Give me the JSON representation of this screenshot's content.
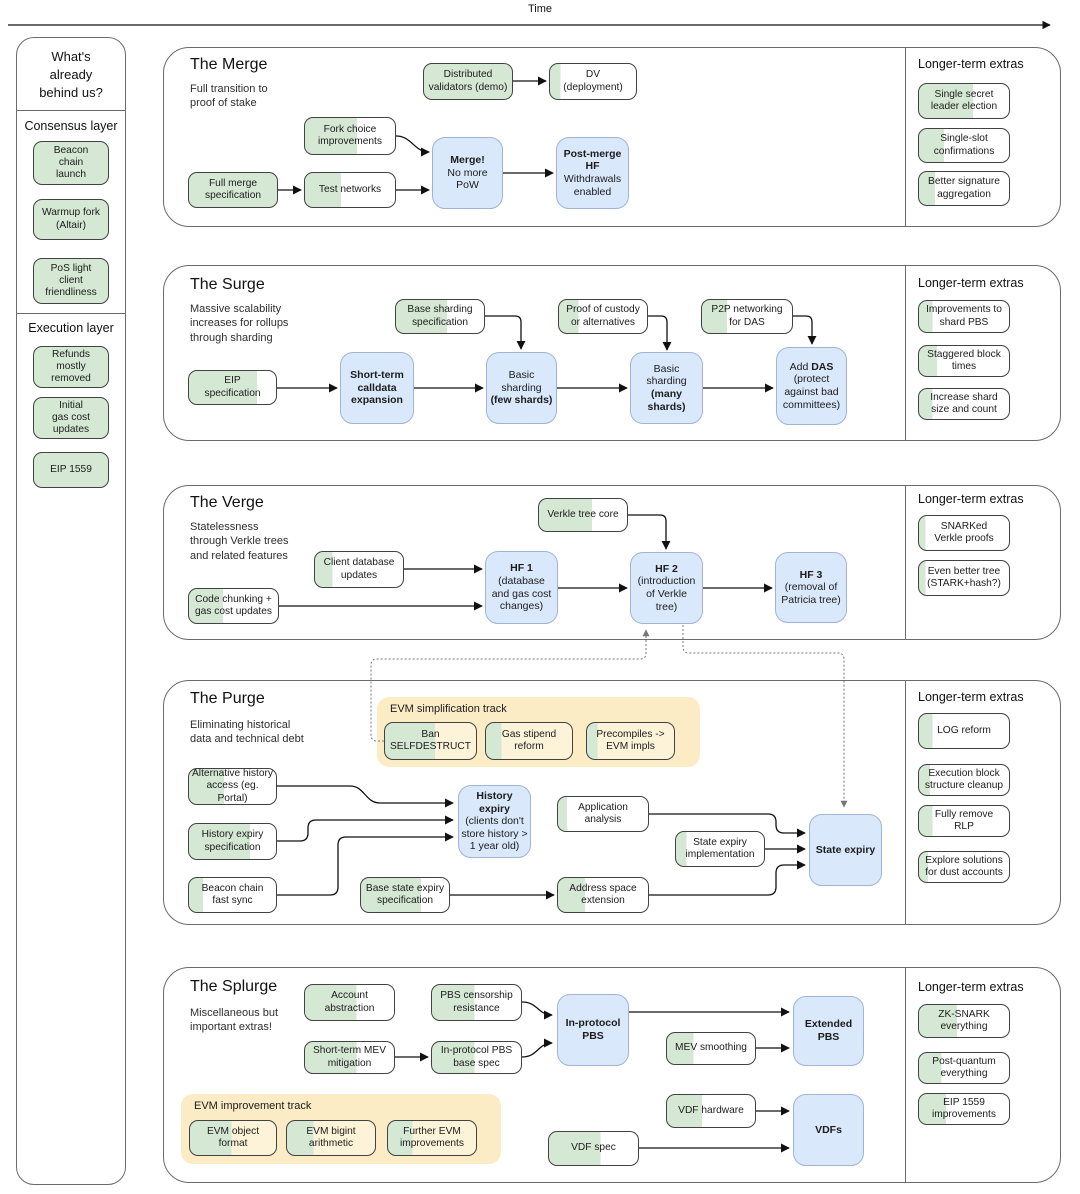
{
  "timeline": {
    "label": "Time"
  },
  "colors": {
    "progress_green": "#d5e8d4",
    "milestone_blue": "#dae8fc",
    "track_yellow": "#fcecc5",
    "track_box_base": "#fdf3d8",
    "white": "#ffffff"
  },
  "sidebar": {
    "title": "What's\nalready\nbehind us?",
    "groups": [
      {
        "heading": "Consensus layer",
        "items": [
          {
            "label": "Beacon\nchain\nlaunch",
            "progress": 100
          },
          {
            "label": "Warmup fork\n(Altair)",
            "progress": 100
          },
          {
            "label": "PoS light\nclient\nfriendliness",
            "progress": 100
          }
        ]
      },
      {
        "heading": "Execution layer",
        "items": [
          {
            "label": "Refunds\nmostly\nremoved",
            "progress": 100
          },
          {
            "label": "Initial\ngas cost\nupdates",
            "progress": 100
          },
          {
            "label": "EIP 1559",
            "progress": 100
          }
        ]
      }
    ]
  },
  "sections": [
    {
      "title": "The Merge",
      "subtitle": "Full transition to\nproof of stake",
      "extras": {
        "title": "Longer-term extras",
        "items": [
          {
            "label": "Single secret\nleader election",
            "progress": 60
          },
          {
            "label": "Single-slot\nconfirmations",
            "progress": 28
          },
          {
            "label": "Better signature\naggregation",
            "progress": 18
          }
        ]
      }
    },
    {
      "title": "The Surge",
      "subtitle": "Massive scalability\nincreases for rollups\nthrough sharding",
      "extras": {
        "title": "Longer-term extras",
        "items": [
          {
            "label": "Improvements to\nshard PBS",
            "progress": 15
          },
          {
            "label": "Staggered block\ntimes",
            "progress": 20
          },
          {
            "label": "Increase shard\nsize and count",
            "progress": 15
          }
        ]
      }
    },
    {
      "title": "The Verge",
      "subtitle": "Statelessness\nthrough Verkle trees\nand related features",
      "extras": {
        "title": "Longer-term extras",
        "items": [
          {
            "label": "SNARKed\nVerkle proofs",
            "progress": 7
          },
          {
            "label": "Even better tree\n(STARK+hash?)",
            "progress": 7
          }
        ]
      }
    },
    {
      "title": "The Purge",
      "subtitle": "Eliminating historical\ndata and technical debt",
      "track_label": "EVM simplification track",
      "extras": {
        "title": "Longer-term extras",
        "items": [
          {
            "label": "LOG reform",
            "progress": 15
          },
          {
            "label": "Execution block\nstructure cleanup",
            "progress": 12
          },
          {
            "label": "Fully remove\nRLP",
            "progress": 15
          },
          {
            "label": "Explore solutions\nfor dust accounts",
            "progress": 10
          }
        ]
      }
    },
    {
      "title": "The Splurge",
      "subtitle": "Miscellaneous but\nimportant extras!",
      "track_label": "EVM improvement track",
      "extras": {
        "title": "Longer-term extras",
        "items": [
          {
            "label": "ZK-SNARK\neverything",
            "progress": 42
          },
          {
            "label": "Post-quantum\neverything",
            "progress": 25
          },
          {
            "label": "EIP 1559\nimprovements",
            "progress": 30
          }
        ]
      }
    }
  ],
  "nodes": {
    "distributed_validators": {
      "label": "Distributed\nvalidators (demo)",
      "progress": 100
    },
    "dv_deployment": {
      "label": "DV\n(deployment)",
      "progress": 12
    },
    "fork_choice": {
      "label": "Fork choice\nimprovements",
      "progress": 58
    },
    "full_merge_spec": {
      "label": "Full merge\nspecification",
      "progress": 100
    },
    "test_networks": {
      "label": "Test networks",
      "progress": 40
    },
    "merge_box": {
      "s": "Merge!",
      "t2": "\nNo more\nPoW"
    },
    "post_merge_hf": {
      "s": "Post-merge\nHF",
      "t2": "\nWithdrawals\nenabled"
    },
    "eip_spec": {
      "label": "EIP\nspecification",
      "progress": 78
    },
    "base_sharding_spec": {
      "label": "Base sharding\nspecification",
      "progress": 58
    },
    "proof_custody": {
      "label": "Proof of custody\nor alternatives",
      "progress": 22
    },
    "p2p_das": {
      "label": "P2P networking\nfor DAS",
      "progress": 28
    },
    "short_term_calldata": {
      "s": "Short-term\ncalldata\nexpansion"
    },
    "basic_few": {
      "t1": "Basic\nsharding\n",
      "s": "(few shards)"
    },
    "basic_many": {
      "t1": "Basic\nsharding\n",
      "s": "(many\nshards)"
    },
    "add_das": {
      "t1": "Add ",
      "s": "DAS",
      "t2": "\n(protect\nagainst bad\ncommittees)"
    },
    "verkle_tree_core": {
      "label": "Verkle tree core",
      "progress": 60
    },
    "client_db_updates": {
      "label": "Client database\nupdates",
      "progress": 20
    },
    "code_chunking": {
      "label": "Code chunking +\ngas cost updates",
      "progress": 38
    },
    "hf1": {
      "s": "HF 1",
      "t2": "\n(database\nand gas cost\nchanges)"
    },
    "hf2": {
      "s": "HF 2",
      "t2": "\n(introduction\nof Verkle\ntree)"
    },
    "hf3": {
      "s": "HF 3",
      "t2": "\n(removal of\nPatricia tree)"
    },
    "ban_selfdestruct": {
      "label": "Ban\nSELFDESTRUCT",
      "progress": 55
    },
    "gas_stipend": {
      "label": "Gas stipend\nreform",
      "progress": 18
    },
    "precompiles": {
      "label": "Precompiles ->\nEVM impls",
      "progress": 12
    },
    "alternative_history": {
      "label": "Alternative history\naccess (eg. Portal)",
      "progress": 40
    },
    "history_expiry_spec": {
      "label": "History expiry\nspecification",
      "progress": 70
    },
    "beacon_fast_sync": {
      "label": "Beacon chain\nfast sync",
      "progress": 16
    },
    "base_state_expiry": {
      "label": "Base state expiry\nspecification",
      "progress": 68
    },
    "application_analysis": {
      "label": "Application\nanalysis",
      "progress": 10
    },
    "state_expiry_impl": {
      "label": "State expiry\nimplementation",
      "progress": 12
    },
    "address_space": {
      "label": "Address space\nextension",
      "progress": 30
    },
    "history_expiry": {
      "s": "History\nexpiry",
      "t2": "\n(clients don't\nstore history >\n1 year old)"
    },
    "state_expiry": {
      "s": "State expiry"
    },
    "account_abstraction": {
      "label": "Account\nabstraction",
      "progress": 58
    },
    "pbs_censorship": {
      "label": "PBS censorship\nresistance",
      "progress": 48
    },
    "short_term_mev": {
      "label": "Short-term MEV\nmitigation",
      "progress": 58
    },
    "in_protocol_pbs_base": {
      "label": "In-protocol PBS\nbase spec",
      "progress": 48
    },
    "in_protocol_pbs": {
      "s": "In-protocol\nPBS"
    },
    "extended_pbs": {
      "s": "Extended\nPBS"
    },
    "mev_smoothing": {
      "label": "MEV smoothing",
      "progress": 30
    },
    "vdf_hardware": {
      "label": "VDF hardware",
      "progress": 40
    },
    "vdf_spec": {
      "label": "VDF spec",
      "progress": 58
    },
    "vdfs": {
      "s": "VDFs"
    },
    "evm_object_format": {
      "label": "EVM object\nformat",
      "progress": 48
    },
    "evm_bigint": {
      "label": "EVM bigint\narithmetic",
      "progress": 30
    },
    "further_evm": {
      "label": "Further EVM\nimprovements",
      "progress": 28
    }
  }
}
